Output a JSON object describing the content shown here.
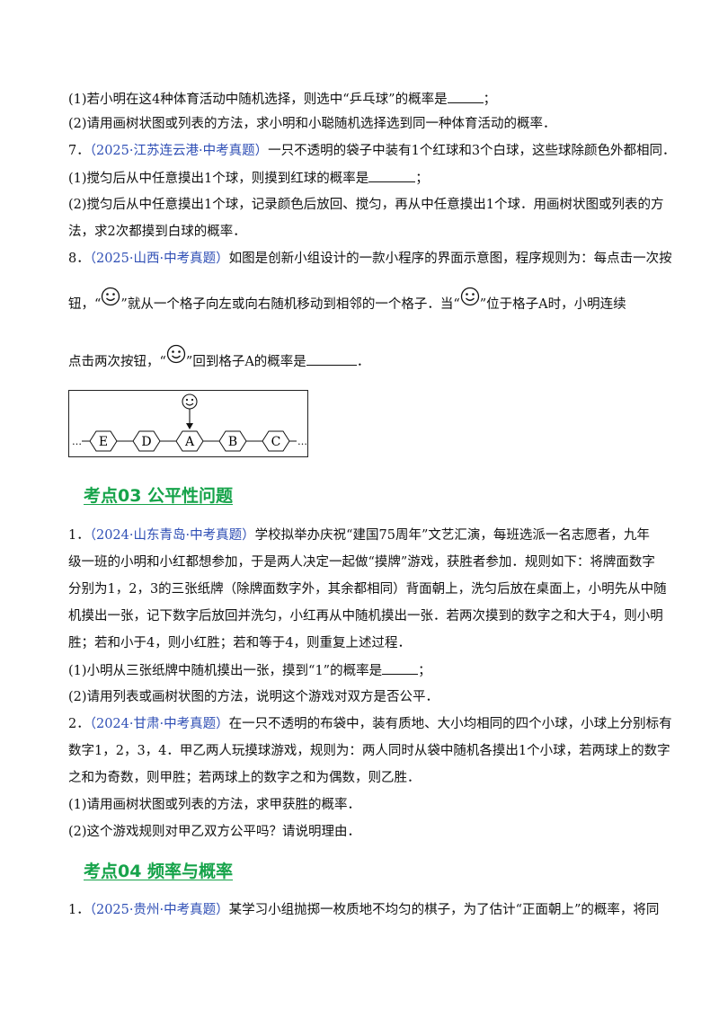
{
  "lines": {
    "l1a": "(1)若小明在这4种体育活动中随机选择，则选中“乒乓球”的概率是",
    "l1b": "；",
    "l2": "(2)请用画树状图或列表的方法，求小明和小聪随机选择选到同一种体育活动的概率．",
    "q7_num": "7．",
    "q7_src": "（2025·江苏连云港·中考真题）",
    "q7_text": "一只不透明的袋子中装有1个红球和3个白球，这些球除颜色外都相同．",
    "q7_1a": "(1)搅匀后从中任意摸出1个球，则摸到红球的概率是",
    "q7_1b": "；",
    "q7_2a": "(2)搅匀后从中任意摸出1个球，记录颜色后放回、搅匀，再从中任意摸出1个球．用画树状图或列表的方",
    "q7_2b": "法，求2次都摸到白球的概率．",
    "q8_num": "8．",
    "q8_src": "（2025·山西·中考真题）",
    "q8_text": "如图是创新小组设计的一款小程序的界面示意图，程序规则为：每点击一次按",
    "q8_b1": "钮，“",
    "q8_b2": "”就从一个格子向左或向右随机移动到相邻的一个格子．当“",
    "q8_b3": "”位于格子A时，小明连续",
    "q8_c1": "点击两次按钮，“",
    "q8_c2": "”回到格子A的概率是",
    "q8_c3": "．",
    "h03": "考点03  公平性问题",
    "p1_num": "1．",
    "p1_src": "（2024·山东青岛·中考真题）",
    "p1_t1": "学校拟举办庆祝“建国75周年”文艺汇演，每班选派一名志愿者，九年",
    "p1_t2": "级一班的小明和小红都想参加，于是两人决定一起做“摸牌”游戏，获胜者参加．规则如下：将牌面数字",
    "p1_t3": "分别为1，2，3的三张纸牌（除牌面数字外，其余都相同）背面朝上，洗匀后放在桌面上，小明先从中随",
    "p1_t4": "机摸出一张，记下数字后放回并洗匀，小红再从中随机摸出一张．若两次摸到的数字之和大于4，则小明",
    "p1_t5": "胜；若和小于4，则小红胜；若和等于4，则重复上述过程．",
    "p1_q1a": "(1)小明从三张纸牌中随机摸出一张，摸到“1”的概率是",
    "p1_q1b": "；",
    "p1_q2": "(2)请用列表或画树状图的方法，说明这个游戏对双方是否公平．",
    "p2_num": "2．",
    "p2_src": "（2024·甘肃·中考真题）",
    "p2_t1": "在一只不透明的布袋中，装有质地、大小均相同的四个小球，小球上分别标有",
    "p2_t2": "数字1，2，3，4．甲乙两人玩摸球游戏，规则为：两人同时从袋中随机各摸出1个小球，若两球上的数字",
    "p2_t3": "之和为奇数，则甲胜；若两球上的数字之和为偶数，则乙胜．",
    "p2_q1": "(1)请用画树状图或列表的方法，求甲获胜的概率．",
    "p2_q2": "(2)这个游戏规则对甲乙双方公平吗？请说明理由．",
    "h04": "考点04  频率与概率",
    "p3_num": "1．",
    "p3_src": "（2025·贵州·中考真题）",
    "p3_t1": "某学习小组抛掷一枚质地不均匀的棋子，为了估计“正面朝上”的概率，将同"
  },
  "figure": {
    "cells": [
      "E",
      "D",
      "A",
      "B",
      "C"
    ],
    "ellipsis_left": "…",
    "ellipsis_right": "…",
    "icon": "smiley-face-icon"
  },
  "colors": {
    "source": "#2f4fb5",
    "heading": "#16a34a"
  }
}
